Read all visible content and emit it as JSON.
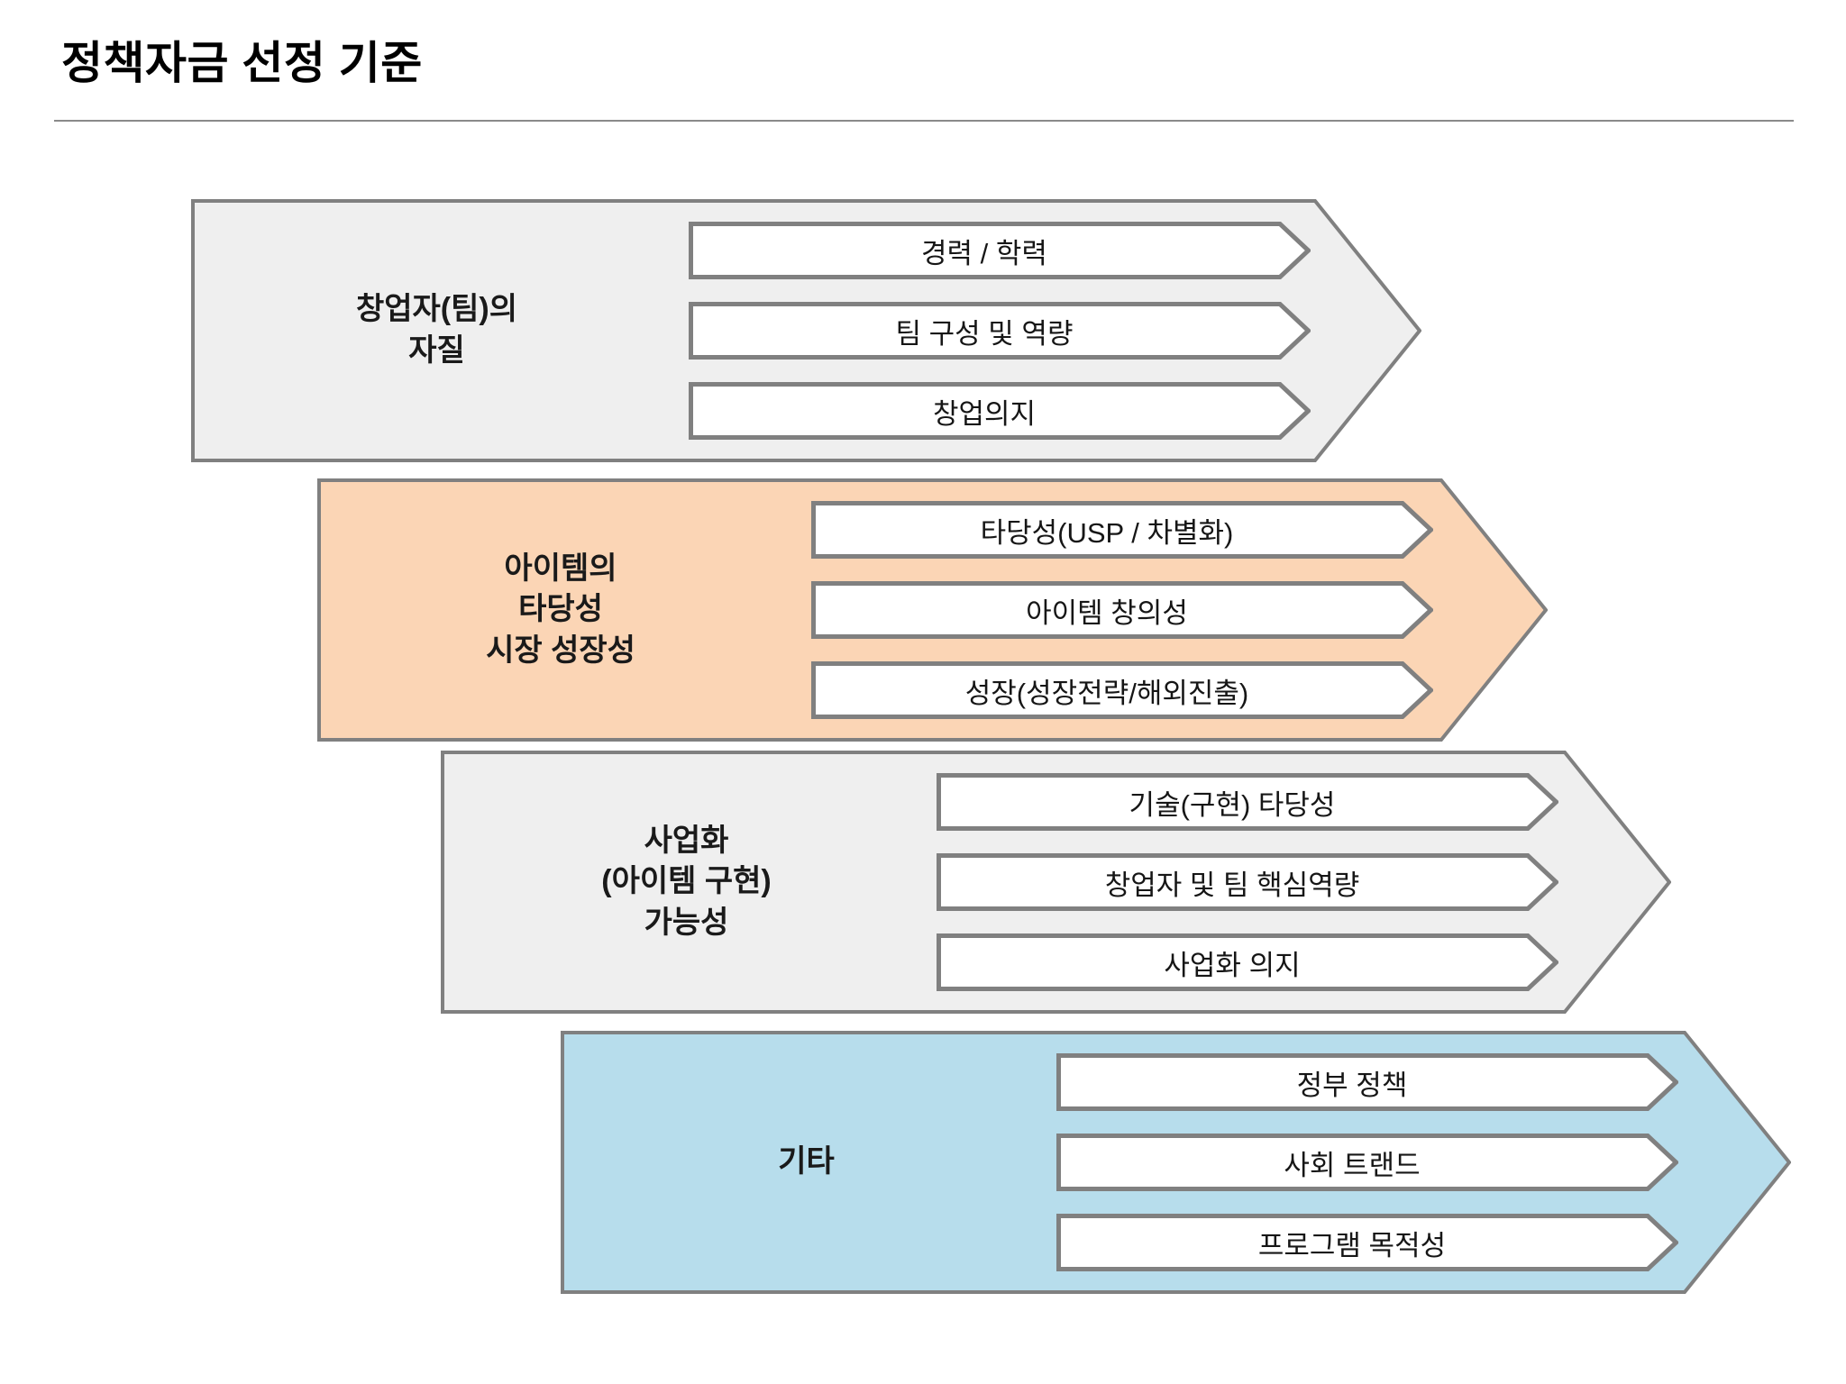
{
  "slide": {
    "title": "정책자금 선정 기준",
    "background_color": "#ffffff",
    "rule_color": "#8a8a8a"
  },
  "diagram": {
    "type": "staggered-chevron-list",
    "stroke_color": "#808080",
    "item_fill": "#ffffff",
    "rows": [
      {
        "id": "row-1",
        "label": "창업자(팀)의\n자질",
        "fill_color": "#efefef",
        "items": [
          "경력 / 학력",
          "팀 구성 및 역량",
          "창업의지"
        ]
      },
      {
        "id": "row-2",
        "label": "아이템의\n타당성\n시장 성장성",
        "fill_color": "#fbd5b5",
        "items": [
          "타당성(USP / 차별화)",
          "아이템 창의성",
          "성장(성장전략/해외진출)"
        ]
      },
      {
        "id": "row-3",
        "label": "사업화\n(아이템 구현)\n가능성",
        "fill_color": "#efefef",
        "items": [
          "기술(구현) 타당성",
          "창업자 및 팀 핵심역량",
          "사업화 의지"
        ]
      },
      {
        "id": "row-4",
        "label": "기타",
        "fill_color": "#b7ddec",
        "items": [
          "정부 정책",
          "사회 트랜드",
          "프로그램 목적성"
        ]
      }
    ]
  }
}
